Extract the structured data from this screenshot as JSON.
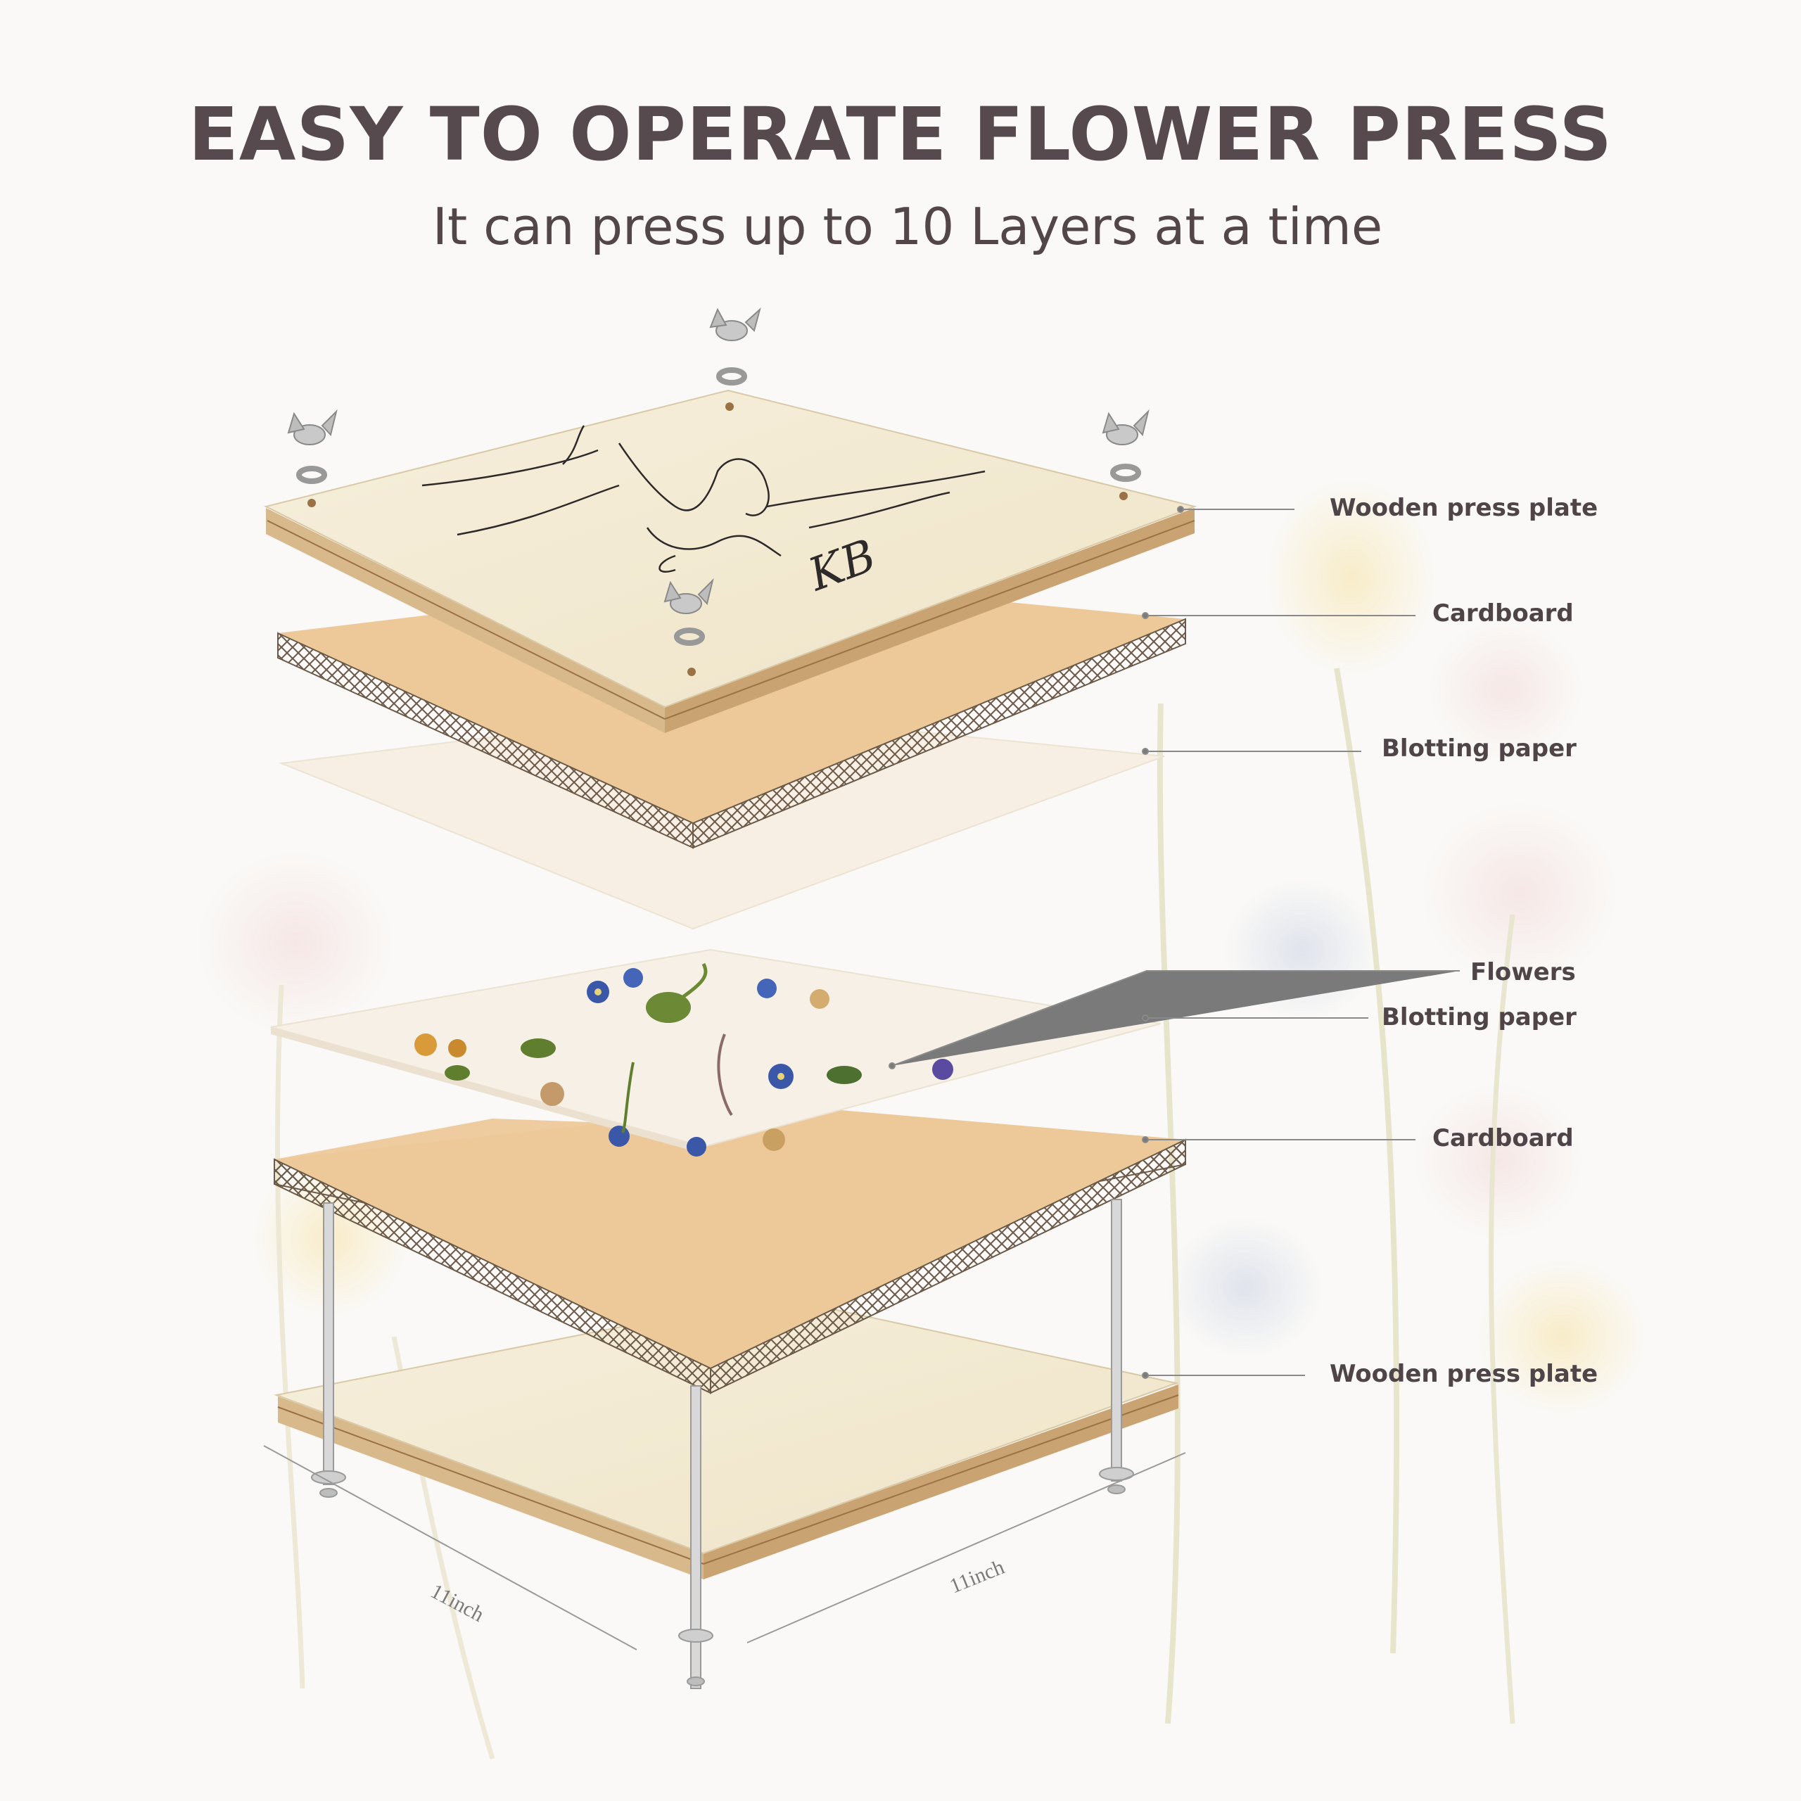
{
  "header": {
    "title": "EASY TO OPERATE FLOWER PRESS",
    "subtitle": "It can press up to 10 Layers at a time"
  },
  "layers": [
    {
      "label": "Wooden press plate"
    },
    {
      "label": "Cardboard"
    },
    {
      "label": "Blotting paper"
    },
    {
      "label": "Flowers"
    },
    {
      "label": "Blotting paper"
    },
    {
      "label": "Cardboard"
    },
    {
      "label": "Wooden press plate"
    }
  ],
  "dimensions": {
    "width_label": "11inch",
    "depth_label": "11inch"
  },
  "plate_engraving": "KB",
  "colors": {
    "title": "#574a4f",
    "wood": "#f4ecd8",
    "wood_edge": "#b98d5c",
    "cardboard": "#edc99a",
    "blotting": "#f6eee4",
    "leader": "#8a8a8a"
  }
}
